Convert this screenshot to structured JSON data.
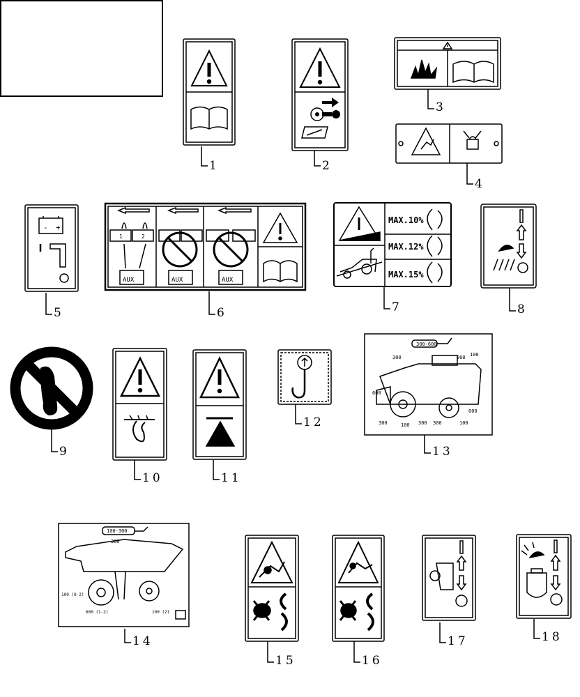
{
  "decal_text": {
    "max_10": "MAX.10%",
    "max_12": "MAX.12%",
    "max_15": "MAX.15%",
    "aux": "AUX",
    "gun_range_13": "300-600",
    "gun_range_14": "100-300",
    "val_300": "300",
    "val_100": "100",
    "val_600": "600",
    "label_14_a": "100 (0-2)",
    "label_14_b": "600 (1-2)",
    "label_14_c": "100 (2)",
    "battery_minus": "-",
    "battery_plus": "+",
    "pin_1": "1",
    "pin_2": "2"
  },
  "callouts": [
    "1",
    "2",
    "3",
    "4",
    "5",
    "6",
    "7",
    "8",
    "9",
    "10",
    "11",
    "12",
    "13",
    "14",
    "15",
    "16",
    "17",
    "18"
  ]
}
